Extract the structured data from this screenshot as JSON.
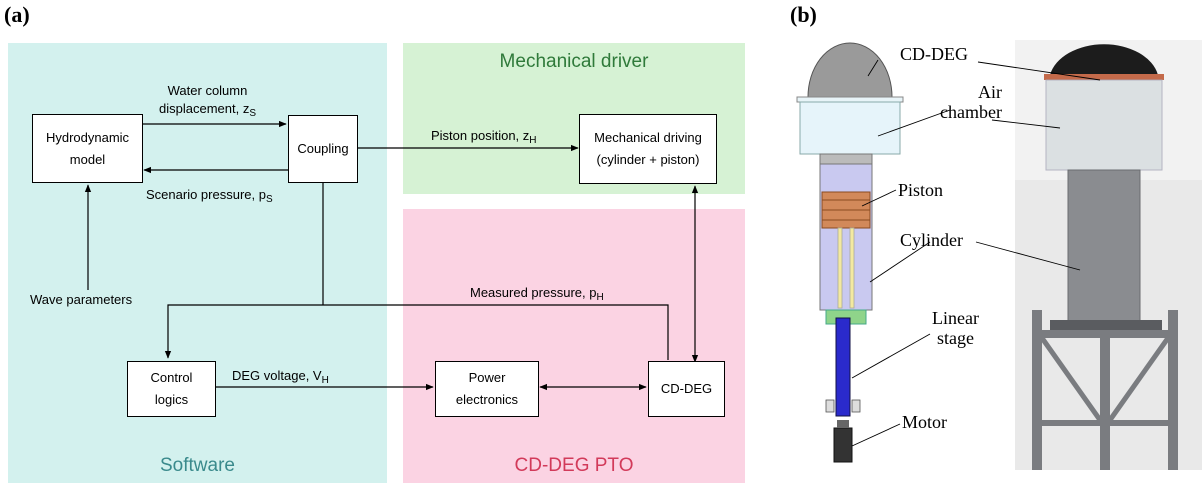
{
  "panel_a": {
    "label": "(a)",
    "regions": {
      "software": "Software",
      "mechanical": "Mechanical driver",
      "pto": "CD-DEG PTO"
    },
    "colors": {
      "software_bg": "#d3f1ee",
      "software_text": "#3a8a8c",
      "mechanical_bg": "#d6f2d4",
      "mechanical_text": "#2f7a3a",
      "pto_bg": "#fbd3e3",
      "pto_text": "#d23a5a"
    },
    "boxes": {
      "hydro_line1": "Hydrodynamic",
      "hydro_line2": "model",
      "coupling": "Coupling",
      "mech_line1": "Mechanical driving",
      "mech_line2": "(cylinder + piston)",
      "control_line1": "Control",
      "control_line2": "logics",
      "power_line1": "Power",
      "power_line2": "electronics",
      "cddeg": "CD-DEG"
    },
    "signals": {
      "water_line1": "Water column",
      "water_line2": "displacement, z",
      "water_sub": "S",
      "scenario": "Scenario pressure, p",
      "scenario_sub": "S",
      "piston_pos": "Piston position, z",
      "piston_sub": "H",
      "measured": "Measured pressure, p",
      "measured_sub": "H",
      "wave": "Wave parameters",
      "voltage": "DEG voltage, V",
      "voltage_sub": "H"
    }
  },
  "panel_b": {
    "label": "(b)",
    "labels": {
      "cddeg": "CD-DEG",
      "air_line1": "Air",
      "air_line2": "chamber",
      "piston": "Piston",
      "cylinder": "Cylinder",
      "linear_line1": "Linear",
      "linear_line2": "stage",
      "motor": "Motor"
    }
  }
}
